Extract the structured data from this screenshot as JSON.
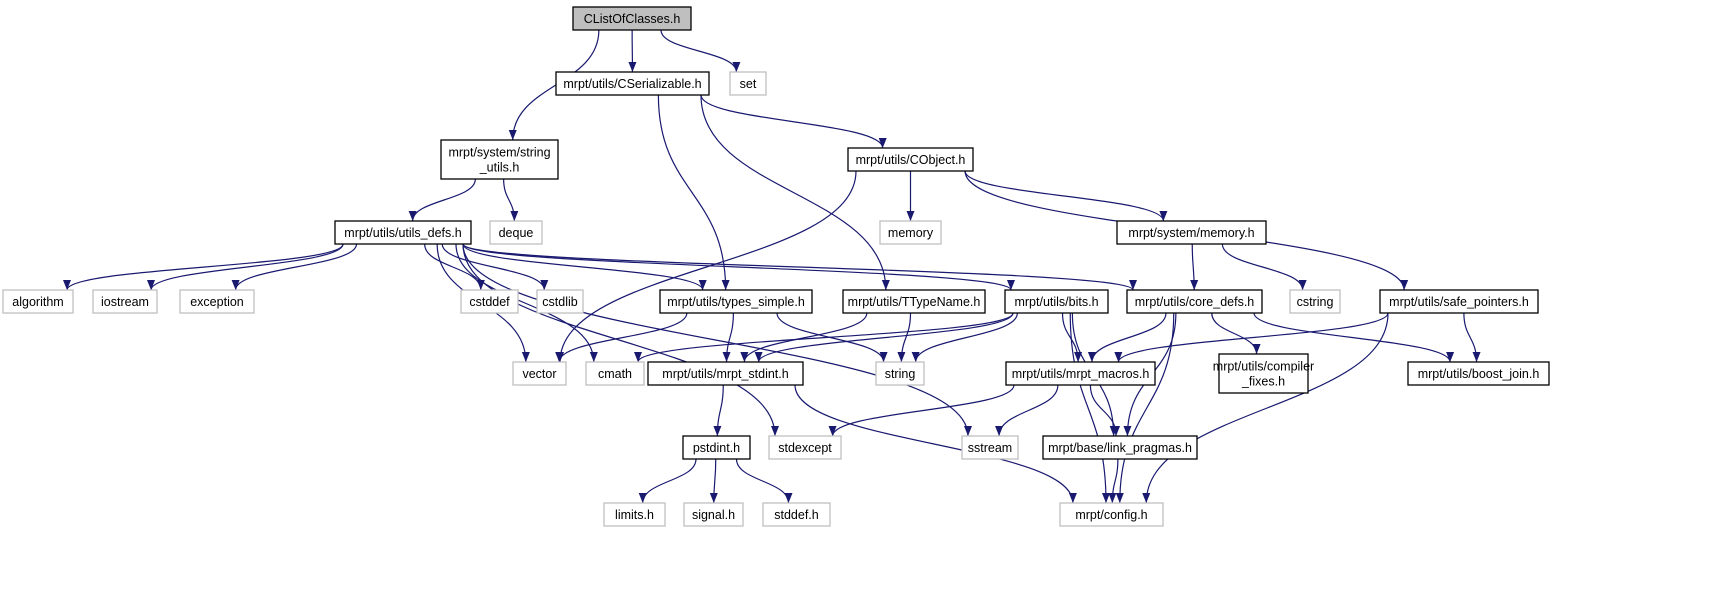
{
  "title": "CListOfClasses.h include dependency graph",
  "colors": {
    "edge": "#191970",
    "root_fill": "#bfbfbf",
    "external_border": "#bfbfbf",
    "internal_border": "#000000"
  },
  "nodes": [
    {
      "id": "root",
      "label": "CListOfClasses.h",
      "kind": "root"
    },
    {
      "id": "cserializable",
      "label": "mrpt/utils/CSerializable.h",
      "kind": "internal"
    },
    {
      "id": "set",
      "label": "set",
      "kind": "external"
    },
    {
      "id": "string_utils",
      "label": "mrpt/system/string\n_utils.h",
      "kind": "internal"
    },
    {
      "id": "cobject",
      "label": "mrpt/utils/CObject.h",
      "kind": "internal"
    },
    {
      "id": "utils_defs",
      "label": "mrpt/utils/utils_defs.h",
      "kind": "internal"
    },
    {
      "id": "deque",
      "label": "deque",
      "kind": "external"
    },
    {
      "id": "memory",
      "label": "memory",
      "kind": "external"
    },
    {
      "id": "sys_memory",
      "label": "mrpt/system/memory.h",
      "kind": "internal"
    },
    {
      "id": "algorithm",
      "label": "algorithm",
      "kind": "external"
    },
    {
      "id": "iostream",
      "label": "iostream",
      "kind": "external"
    },
    {
      "id": "exception",
      "label": "exception",
      "kind": "external"
    },
    {
      "id": "cstddef",
      "label": "cstddef",
      "kind": "external"
    },
    {
      "id": "cstdlib",
      "label": "cstdlib",
      "kind": "external"
    },
    {
      "id": "types_simple",
      "label": "mrpt/utils/types_simple.h",
      "kind": "internal"
    },
    {
      "id": "ttypename",
      "label": "mrpt/utils/TTypeName.h",
      "kind": "internal"
    },
    {
      "id": "bits",
      "label": "mrpt/utils/bits.h",
      "kind": "internal"
    },
    {
      "id": "core_defs",
      "label": "mrpt/utils/core_defs.h",
      "kind": "internal"
    },
    {
      "id": "cstring",
      "label": "cstring",
      "kind": "external"
    },
    {
      "id": "safe_pointers",
      "label": "mrpt/utils/safe_pointers.h",
      "kind": "internal"
    },
    {
      "id": "vector",
      "label": "vector",
      "kind": "external"
    },
    {
      "id": "cmath",
      "label": "cmath",
      "kind": "external"
    },
    {
      "id": "mrpt_stdint",
      "label": "mrpt/utils/mrpt_stdint.h",
      "kind": "internal"
    },
    {
      "id": "string",
      "label": "string",
      "kind": "external"
    },
    {
      "id": "mrpt_macros",
      "label": "mrpt/utils/mrpt_macros.h",
      "kind": "internal"
    },
    {
      "id": "compiler_fixes",
      "label": "mrpt/utils/compiler\n_fixes.h",
      "kind": "internal"
    },
    {
      "id": "boost_join",
      "label": "mrpt/utils/boost_join.h",
      "kind": "internal"
    },
    {
      "id": "pstdint",
      "label": "pstdint.h",
      "kind": "internal"
    },
    {
      "id": "stdexcept",
      "label": "stdexcept",
      "kind": "external"
    },
    {
      "id": "sstream",
      "label": "sstream",
      "kind": "external"
    },
    {
      "id": "link_pragmas",
      "label": "mrpt/base/link_pragmas.h",
      "kind": "internal"
    },
    {
      "id": "limits",
      "label": "limits.h",
      "kind": "external"
    },
    {
      "id": "signal",
      "label": "signal.h",
      "kind": "external"
    },
    {
      "id": "stddef",
      "label": "stddef.h",
      "kind": "external"
    },
    {
      "id": "config",
      "label": "mrpt/config.h",
      "kind": "external"
    }
  ],
  "edges": [
    [
      "root",
      "string_utils"
    ],
    [
      "root",
      "cserializable"
    ],
    [
      "root",
      "set"
    ],
    [
      "cserializable",
      "types_simple"
    ],
    [
      "cserializable",
      "ttypename"
    ],
    [
      "cserializable",
      "cobject"
    ],
    [
      "string_utils",
      "utils_defs"
    ],
    [
      "string_utils",
      "deque"
    ],
    [
      "cobject",
      "vector"
    ],
    [
      "cobject",
      "memory"
    ],
    [
      "cobject",
      "sys_memory"
    ],
    [
      "cobject",
      "safe_pointers"
    ],
    [
      "utils_defs",
      "algorithm"
    ],
    [
      "utils_defs",
      "iostream"
    ],
    [
      "utils_defs",
      "exception"
    ],
    [
      "utils_defs",
      "cstddef"
    ],
    [
      "utils_defs",
      "cstdlib"
    ],
    [
      "utils_defs",
      "types_simple"
    ],
    [
      "utils_defs",
      "bits"
    ],
    [
      "utils_defs",
      "core_defs"
    ],
    [
      "utils_defs",
      "vector"
    ],
    [
      "utils_defs",
      "cmath"
    ],
    [
      "utils_defs",
      "stdexcept"
    ],
    [
      "utils_defs",
      "sstream"
    ],
    [
      "sys_memory",
      "core_defs"
    ],
    [
      "sys_memory",
      "cstring"
    ],
    [
      "types_simple",
      "vector"
    ],
    [
      "types_simple",
      "mrpt_stdint"
    ],
    [
      "types_simple",
      "string"
    ],
    [
      "ttypename",
      "mrpt_stdint"
    ],
    [
      "ttypename",
      "string"
    ],
    [
      "bits",
      "cmath"
    ],
    [
      "bits",
      "mrpt_stdint"
    ],
    [
      "bits",
      "string"
    ],
    [
      "bits",
      "mrpt_macros"
    ],
    [
      "bits",
      "link_pragmas"
    ],
    [
      "bits",
      "config"
    ],
    [
      "core_defs",
      "mrpt_macros"
    ],
    [
      "core_defs",
      "link_pragmas"
    ],
    [
      "core_defs",
      "compiler_fixes"
    ],
    [
      "core_defs",
      "boost_join"
    ],
    [
      "core_defs",
      "config"
    ],
    [
      "safe_pointers",
      "mrpt_macros"
    ],
    [
      "safe_pointers",
      "boost_join"
    ],
    [
      "safe_pointers",
      "config"
    ],
    [
      "mrpt_stdint",
      "pstdint"
    ],
    [
      "mrpt_stdint",
      "config"
    ],
    [
      "mrpt_macros",
      "stdexcept"
    ],
    [
      "mrpt_macros",
      "sstream"
    ],
    [
      "mrpt_macros",
      "link_pragmas"
    ],
    [
      "link_pragmas",
      "config"
    ],
    [
      "pstdint",
      "limits"
    ],
    [
      "pstdint",
      "signal"
    ],
    [
      "pstdint",
      "stddef"
    ]
  ]
}
